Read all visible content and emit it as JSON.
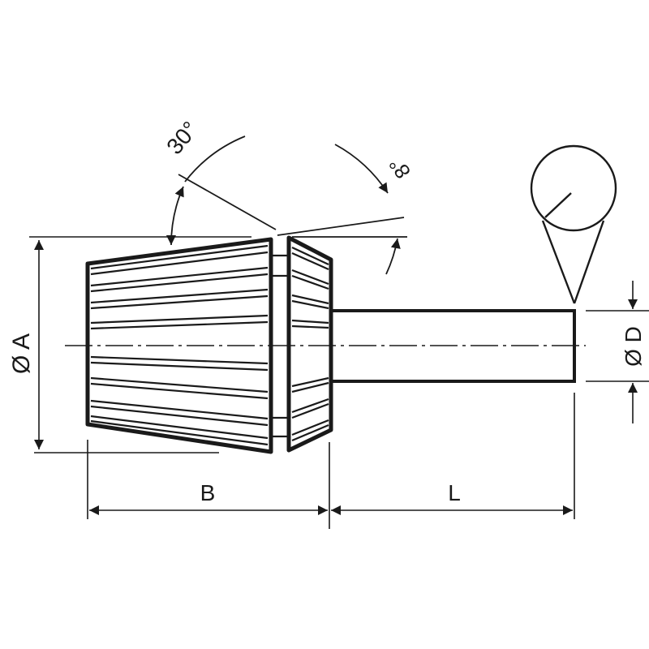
{
  "labels": {
    "angle_30": "30°",
    "angle_8": "8°",
    "dia_a": "Ø A",
    "dia_d": "Ø D",
    "dim_b": "B",
    "dim_l": "L"
  },
  "colors": {
    "ink": "#1a1a1a",
    "background": "#ffffff"
  }
}
